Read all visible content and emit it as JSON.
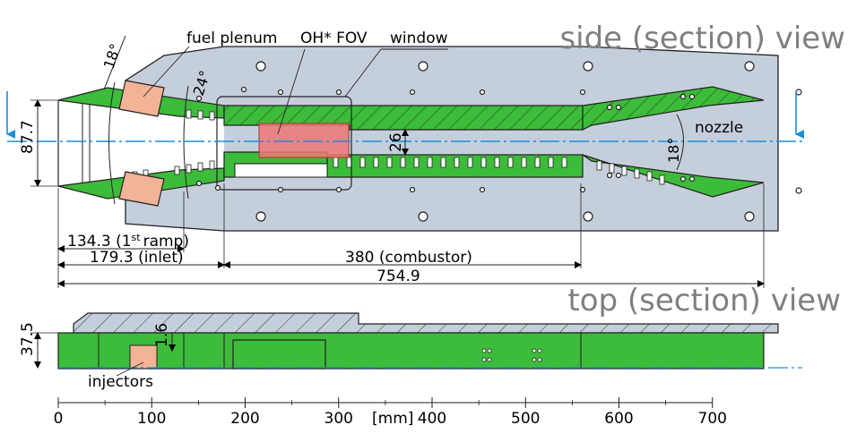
{
  "views": {
    "side_title": "side (section) view",
    "top_title": "top (section) view"
  },
  "labels": {
    "fuel_plenum": "fuel plenum",
    "oh_fov": "OH* FOV",
    "window": "window",
    "nozzle": "nozzle",
    "injectors": "injectors"
  },
  "angles": {
    "angle_18_left": "18°",
    "angle_24": "24°",
    "angle_18_right": "18°"
  },
  "dimensions": {
    "height_side": "87.7",
    "gap_26": "26",
    "height_top": "37.5",
    "gap_1_6": "1.6",
    "first_ramp_value": "134.3 (1",
    "first_ramp_sup": "st",
    "first_ramp_suffix": "ramp)",
    "inlet": "179.3 (inlet)",
    "combustor": "380 (combustor)",
    "total": "754.9"
  },
  "scale": {
    "ticks": [
      "0",
      "100",
      "200",
      "300",
      "400",
      "500",
      "600",
      "700"
    ],
    "unit_label": "[mm]"
  },
  "colors": {
    "plate": "#c5cfdc",
    "section_green": "#3dbb3a",
    "fuel_plenum": "#f3b397",
    "fov": "#ee7777",
    "centerline": "#1a8fd8"
  }
}
